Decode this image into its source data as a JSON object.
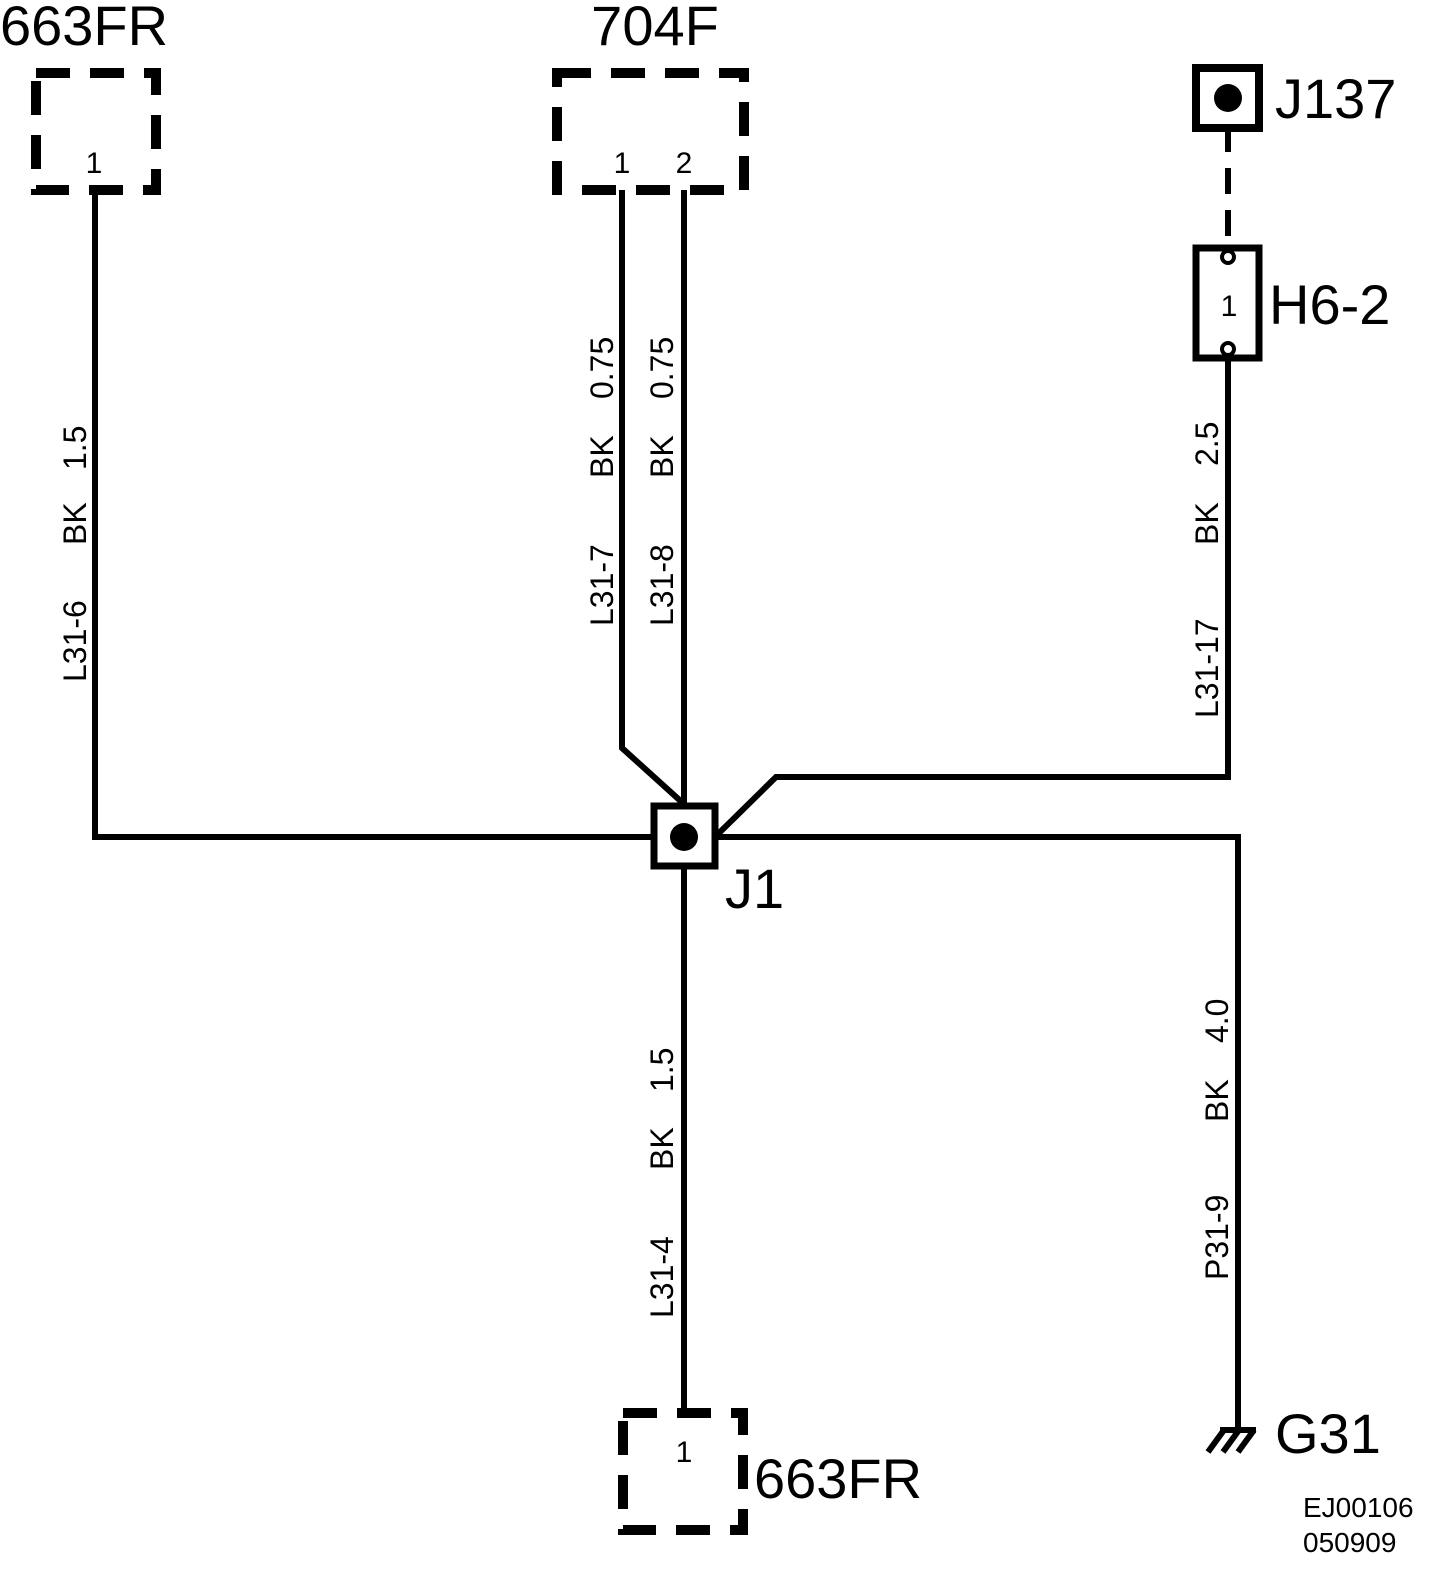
{
  "components": {
    "c663fr_top": {
      "name": "663FR",
      "pin": "1"
    },
    "c704f": {
      "name": "704F",
      "pin1": "1",
      "pin2": "2"
    },
    "j137": {
      "name": "J137"
    },
    "h6_2": {
      "name": "H6-2",
      "pin": "1"
    },
    "j1": {
      "name": "J1"
    },
    "c663fr_bottom": {
      "name": "663FR",
      "pin": "1"
    },
    "g31": {
      "name": "G31"
    }
  },
  "wires": {
    "l31_6": {
      "id": "L31-6",
      "color": "BK",
      "gauge": "1.5"
    },
    "l31_7": {
      "id": "L31-7",
      "color": "BK",
      "gauge": "0.75"
    },
    "l31_8": {
      "id": "L31-8",
      "color": "BK",
      "gauge": "0.75"
    },
    "l31_17": {
      "id": "L31-17",
      "color": "BK",
      "gauge": "2.5"
    },
    "l31_4": {
      "id": "L31-4",
      "color": "BK",
      "gauge": "1.5"
    },
    "p31_9": {
      "id": "P31-9",
      "color": "BK",
      "gauge": "4.0"
    }
  },
  "footer": {
    "code": "EJ00106",
    "date": "050909"
  }
}
